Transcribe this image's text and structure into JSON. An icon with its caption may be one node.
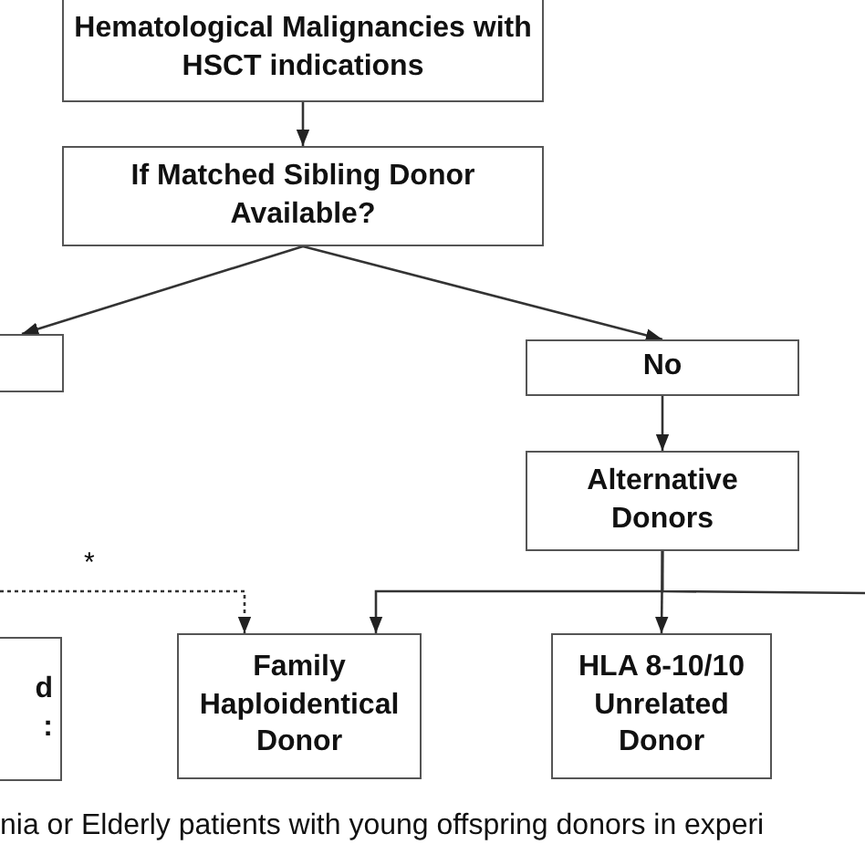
{
  "diagram": {
    "nodes": [
      {
        "text": [
          "Hematological Malignancies with HSCT indications"
        ]
      },
      {
        "text": [
          "If Matched Sibling Donor Available?"
        ]
      },
      {
        "text": [],
        "shape": "box"
      },
      {
        "text": [
          "No"
        ]
      },
      {
        "text": [
          "Alternative Donors"
        ]
      },
      {
        "text": [
          "d",
          ":"
        ]
      },
      {
        "text": [
          "Family Haploidentical Donor"
        ]
      },
      {
        "text": [
          "HLA 8-10/10 Unrelated Donor"
        ]
      }
    ],
    "edges": [
      {
        "from": 0,
        "to": 1,
        "arrow": "to"
      },
      {
        "from": 1,
        "to": 2,
        "arrow": "to"
      },
      {
        "from": 1,
        "to": 3,
        "arrow": "to"
      },
      {
        "from": 3,
        "to": 4,
        "arrow": "to"
      },
      {
        "from": 4,
        "to": 6,
        "arrow": "to"
      },
      {
        "from": 4,
        "to": 7,
        "arrow": "to"
      },
      {
        "from": 4,
        "to": null,
        "arrow": "none"
      },
      {
        "from": null,
        "to": 6,
        "arrow": "to",
        "style": "dashed",
        "label": "*"
      }
    ],
    "labels": [
      "nia or Elderly patients with young offspring donors in experi"
    ]
  }
}
